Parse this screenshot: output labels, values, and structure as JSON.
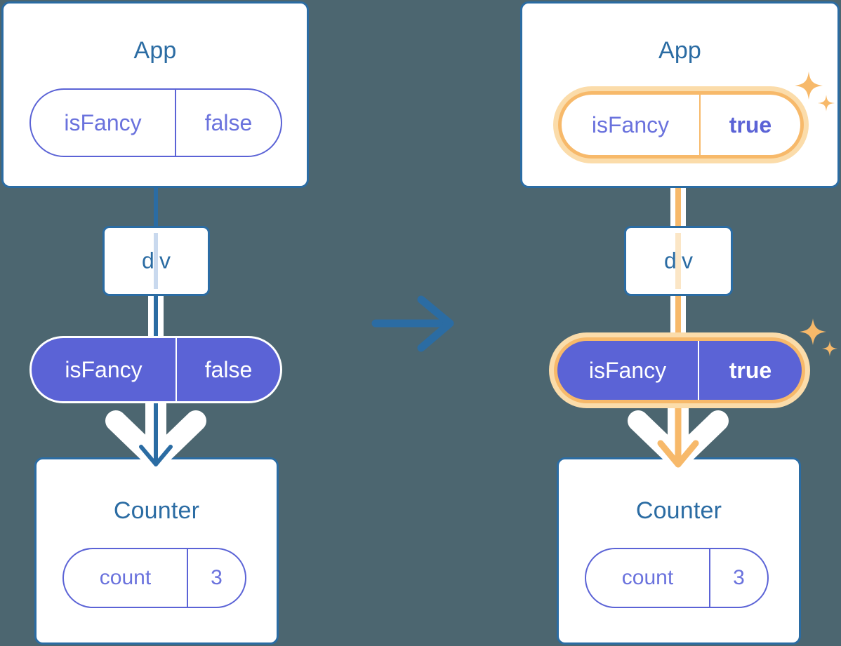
{
  "meta": {
    "title": "React state propagation diagram: isFancy false to true",
    "background_color": "#4c6670",
    "accent_blue": "#2b6ca3",
    "accent_purple": "#5b63d6",
    "accent_highlight": "#f7b96a",
    "accent_highlight_glow": "#fbdcaa",
    "transition_arrow": "right-arrow-icon"
  },
  "before": {
    "app": {
      "title": "App",
      "state": {
        "key": "isFancy",
        "value": "false"
      }
    },
    "div": {
      "label": "div"
    },
    "prop": {
      "key": "isFancy",
      "value": "false"
    },
    "counter": {
      "title": "Counter",
      "state": {
        "key": "count",
        "value": "3"
      }
    }
  },
  "after": {
    "app": {
      "title": "App",
      "state": {
        "key": "isFancy",
        "value": "true"
      }
    },
    "div": {
      "label": "div"
    },
    "prop": {
      "key": "isFancy",
      "value": "true"
    },
    "counter": {
      "title": "Counter",
      "state": {
        "key": "count",
        "value": "3"
      }
    }
  }
}
